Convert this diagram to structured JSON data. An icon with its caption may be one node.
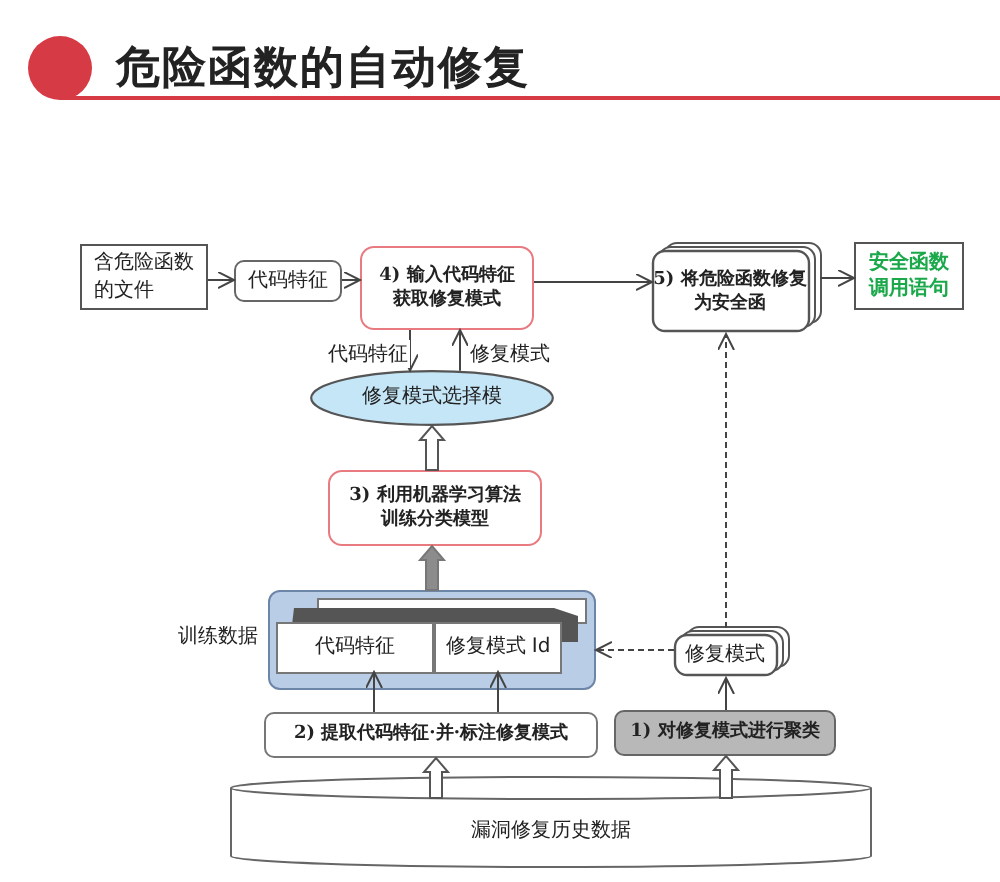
{
  "diagram": {
    "title": "危险函数的自动修复",
    "nodes": [
      {
        "text": [
          "含危险函数的文件"
        ]
      },
      {
        "text": [
          "代码特征"
        ]
      },
      {
        "text": [
          "4) 输入代码特征获取修复模式"
        ]
      },
      {
        "text": [
          "5) 将危险函数修复为安全函"
        ]
      },
      {
        "text": [
          "安全函数调用语句"
        ]
      },
      {
        "text": [
          "修复模式选择模"
        ]
      },
      {
        "text": [
          "3) 利用机器学习算法训练分类模型"
        ]
      },
      {
        "text": [],
        "shape": "box",
        "beside": [
          "训练数据"
        ]
      },
      {
        "text": [
          "代码特征"
        ],
        "in": 7
      },
      {
        "text": [
          "修复模式 Id"
        ],
        "in": 7
      },
      {
        "text": [
          "修复模式"
        ]
      },
      {
        "text": [
          "2) 提取代码特征·并·标注修复模式"
        ]
      },
      {
        "text": [
          "1) 对修复模式进行聚类"
        ]
      },
      {
        "text": [
          "漏洞修复历史数据"
        ]
      }
    ],
    "edges": [
      {
        "from": 0,
        "to": 1,
        "arrow": "to"
      },
      {
        "from": 1,
        "to": 2,
        "arrow": "to"
      },
      {
        "from": 2,
        "to": 3,
        "arrow": "to"
      },
      {
        "from": 3,
        "to": 4,
        "arrow": "to"
      },
      {
        "from": 2,
        "to": 5,
        "arrow": "to",
        "label": "代码特征"
      },
      {
        "from": 5,
        "to": 2,
        "arrow": "to",
        "label": "修复模式"
      },
      {
        "from": 6,
        "to": 5,
        "arrow": "to",
        "style": "thick"
      },
      {
        "from": 7,
        "to": 6,
        "arrow": "to",
        "style": "thick",
        "color": "#8c8c8c"
      },
      {
        "from": 11,
        "to": 8,
        "arrow": "to"
      },
      {
        "from": 11,
        "to": 9,
        "arrow": "to"
      },
      {
        "from": 12,
        "to": 10,
        "arrow": "to"
      },
      {
        "from": 10,
        "to": 7,
        "arrow": "to",
        "style": "dashed"
      },
      {
        "from": 10,
        "to": 3,
        "arrow": "to",
        "style": "dashed"
      },
      {
        "from": 13,
        "to": 11,
        "arrow": "to",
        "style": "thick"
      },
      {
        "from": 13,
        "to": 12,
        "arrow": "to",
        "style": "thick"
      }
    ]
  }
}
